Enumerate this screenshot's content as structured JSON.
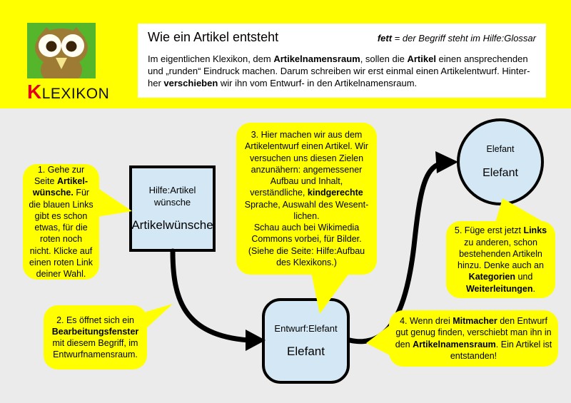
{
  "colors": {
    "band_yellow": "#ffff00",
    "bubble_yellow": "#ffff00",
    "node_fill": "#d3e8f4",
    "node_border": "#000000",
    "canvas_bg": "#ebebeb",
    "logo_green": "#56b62b",
    "owl_brown": "#9d7b35",
    "brand_red": "#e2001a"
  },
  "header": {
    "brand": {
      "k": "K",
      "rest": "LEXIKON"
    },
    "title": "Wie ein Artikel entsteht",
    "legend": [
      {
        "t": "fett",
        "b": true
      },
      {
        "t": " = der Begriff steht im Hilfe:Glossar"
      }
    ],
    "intro": [
      {
        "t": "Im eigentlichen Klexikon, dem "
      },
      {
        "t": "Artikelnamensraum",
        "b": true
      },
      {
        "t": ", sollen die "
      },
      {
        "t": "Artikel",
        "b": true
      },
      {
        "t": " einen ansprechenden und „runden“ Eindruck machen. Darum schreiben wir erst einmal einen Artikelentwurf. Hinter­her "
      },
      {
        "t": "verschieben",
        "b": true
      },
      {
        "t": " wir ihn vom Entwurf- in den Artikelnamensraum."
      }
    ]
  },
  "diagram": {
    "nodes": [
      {
        "id": "artikelwuensche",
        "shape": "square",
        "title": "Hilfe:Artikel wünsche",
        "label": "Artikelwünsche"
      },
      {
        "id": "entwurf-elefant",
        "shape": "rounded-square",
        "title": "Entwurf:Elefant",
        "label": "Elefant"
      },
      {
        "id": "artikel-elefant",
        "shape": "circle",
        "title": "Elefant",
        "label": "Elefant"
      }
    ],
    "bubbles": [
      {
        "step": 1,
        "segments": [
          {
            "t": "1. Gehe zur Seite "
          },
          {
            "t": "Artikel­wünsche.",
            "b": true
          },
          {
            "t": " Für die blauen Links gibt es schon etwas, für die roten noch nicht. Klicke auf einen roten Link deiner Wahl."
          }
        ]
      },
      {
        "step": 2,
        "segments": [
          {
            "t": "2. Es öffnet sich ein "
          },
          {
            "t": "Bearbeitungs­fenster",
            "b": true
          },
          {
            "t": " mit diesem Begriff, im Entwurf­namensraum."
          }
        ]
      },
      {
        "step": 3,
        "segments": [
          {
            "t": "3. Hier machen wir aus dem Artikelentwurf einen Artikel. Wir versuchen uns diesen Zielen anzunähern: angemes­sener Aufbau und Inhalt, verständliche, "
          },
          {
            "t": "kindgerechte",
            "b": true
          },
          {
            "t": " Sprache, Auswahl des Wesent­lichen.\nSchau auch bei Wikimedia Commons vorbei, für Bilder. (Siehe die Seite: Hilfe:Aufbau des Klexikons.)"
          }
        ]
      },
      {
        "step": 4,
        "segments": [
          {
            "t": "4. Wenn drei "
          },
          {
            "t": "Mitmacher",
            "b": true
          },
          {
            "t": " den Entwurf gut genug finden, verschiebt man ihn in den "
          },
          {
            "t": "Artikelnamensraum",
            "b": true
          },
          {
            "t": ". Ein Artikel ist entstanden!"
          }
        ]
      },
      {
        "step": 5,
        "segments": [
          {
            "t": "5. Füge erst jetzt "
          },
          {
            "t": "Links",
            "b": true
          },
          {
            "t": " zu anderen, schon bestehenden Artikeln hinzu. Denke auch an "
          },
          {
            "t": "Kategorien",
            "b": true
          },
          {
            "t": " und "
          },
          {
            "t": "Weiterleitungen",
            "b": true
          },
          {
            "t": "."
          }
        ]
      }
    ]
  }
}
